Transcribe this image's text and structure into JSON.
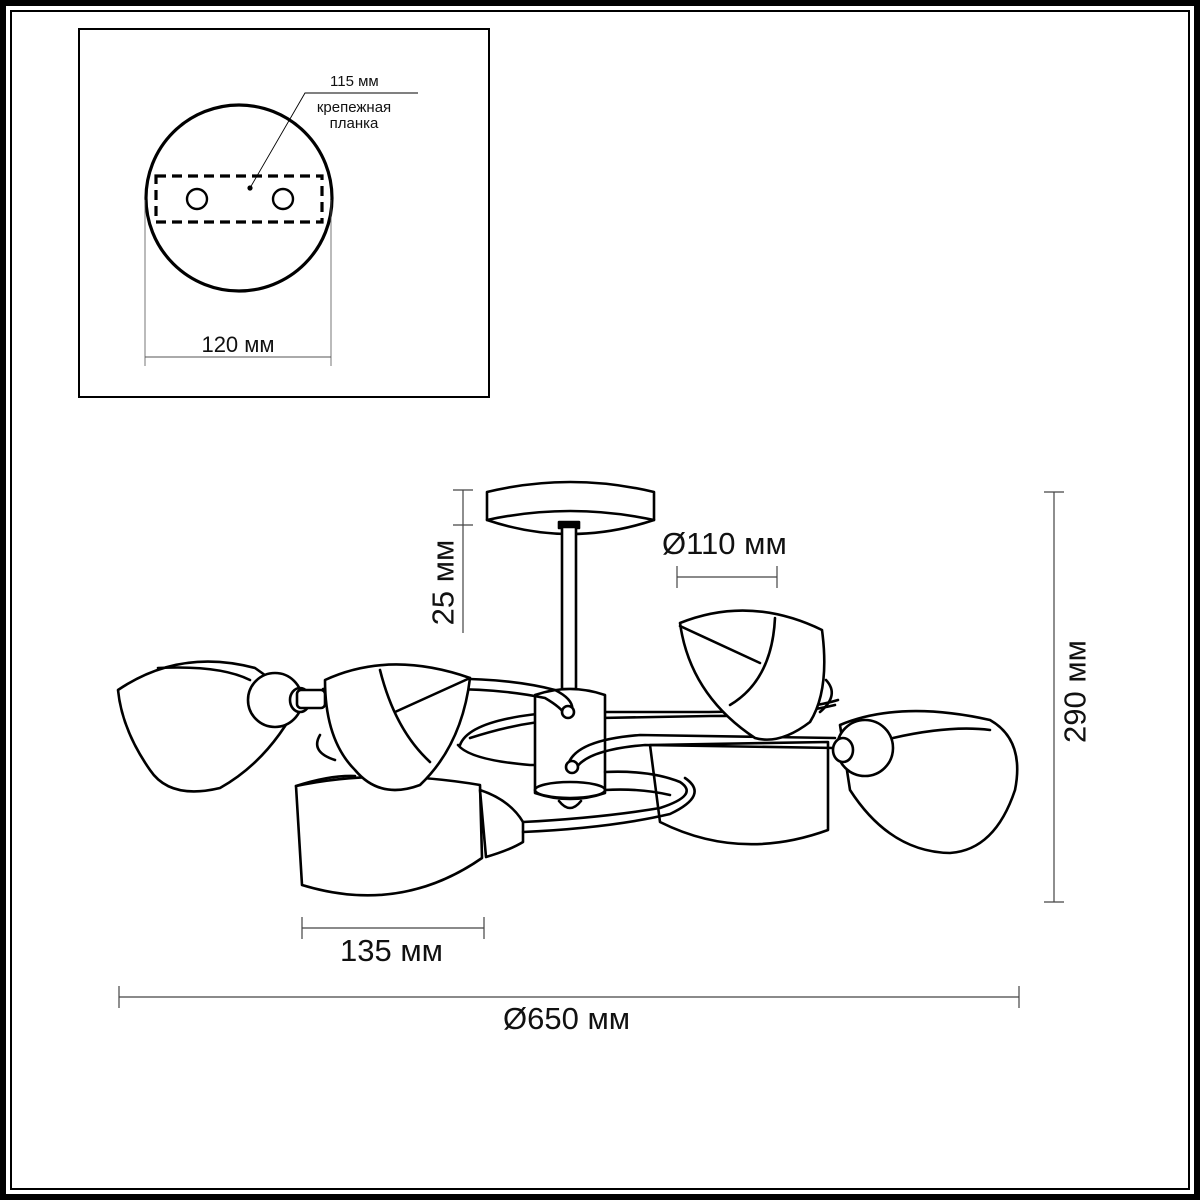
{
  "drawing": {
    "title": "Ceiling chandelier dimension drawing",
    "stroke_color": "#000000",
    "dimension_line_color": "#555555",
    "background": "#ffffff"
  },
  "inset": {
    "bracket_label_size": "115 мм",
    "bracket_label_line1": "крепежная",
    "bracket_label_line2": "планка",
    "canopy_width": "120 мм"
  },
  "dimensions": {
    "canopy_height": "25 мм",
    "canopy_diameter": "Ø110 мм",
    "total_height": "290 мм",
    "shade_width": "135 мм",
    "total_diameter": "Ø650 мм"
  }
}
